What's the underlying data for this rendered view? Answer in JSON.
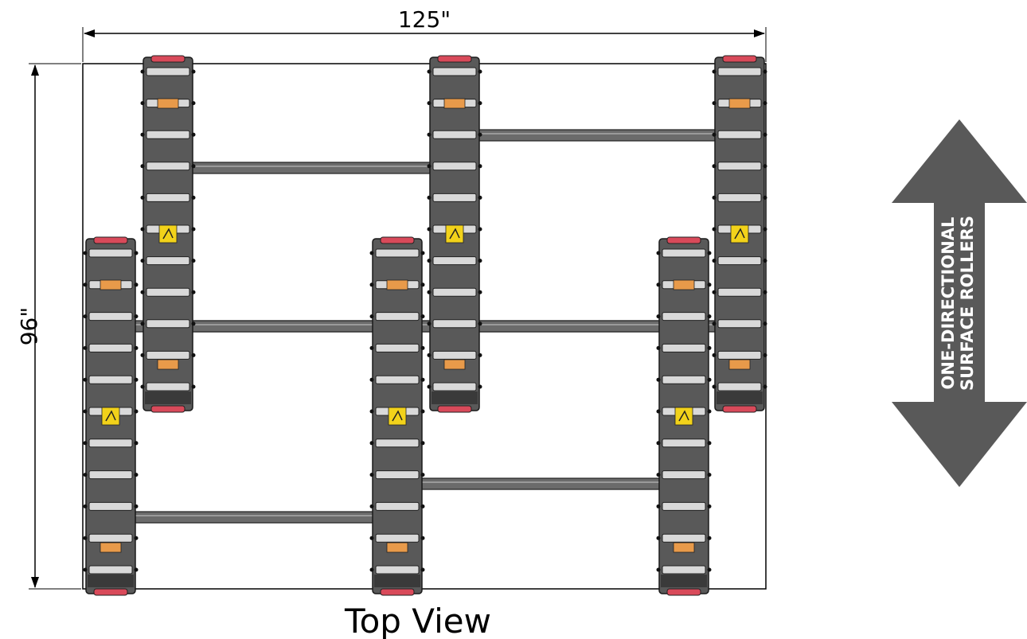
{
  "dimensions": {
    "width_label": "125\"",
    "height_label": "96\""
  },
  "caption": "Top View",
  "direction_arrow": {
    "line1": "ONE-DIRECTIONAL",
    "line2": "SURFACE ROLLERS",
    "color": "#595959"
  },
  "colors": {
    "track_body": "#595959",
    "roller": "#d9d9d9",
    "end_cap": "#d94a5a",
    "crossbar": "#6b6b6b",
    "warning_label": "#e89a4a",
    "caution_label": "#f2d21a"
  },
  "tracks": {
    "upper_row_count": 3,
    "lower_row_count": 3
  }
}
